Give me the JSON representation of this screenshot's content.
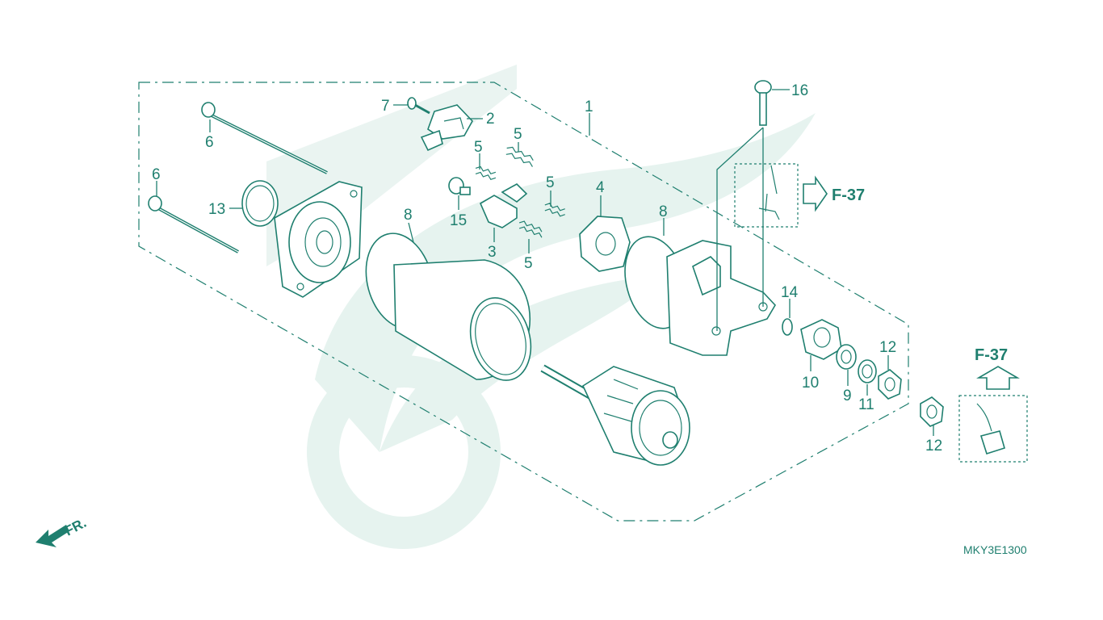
{
  "diagram": {
    "drawing_code": "MKY3E1300",
    "front_marker": "FR.",
    "colors": {
      "line": "#1f7f6f",
      "watermark": "#e6f3ef"
    },
    "callouts": [
      {
        "id": "c1",
        "text": "1"
      },
      {
        "id": "c2",
        "text": "2"
      },
      {
        "id": "c3",
        "text": "3"
      },
      {
        "id": "c4",
        "text": "4"
      },
      {
        "id": "c5a",
        "text": "5"
      },
      {
        "id": "c5b",
        "text": "5"
      },
      {
        "id": "c5c",
        "text": "5"
      },
      {
        "id": "c5d",
        "text": "5"
      },
      {
        "id": "c6a",
        "text": "6"
      },
      {
        "id": "c6b",
        "text": "6"
      },
      {
        "id": "c7",
        "text": "7"
      },
      {
        "id": "c8a",
        "text": "8"
      },
      {
        "id": "c8b",
        "text": "8"
      },
      {
        "id": "c9",
        "text": "9"
      },
      {
        "id": "c10",
        "text": "10"
      },
      {
        "id": "c11",
        "text": "11"
      },
      {
        "id": "c12a",
        "text": "12"
      },
      {
        "id": "c12b",
        "text": "12"
      },
      {
        "id": "c13",
        "text": "13"
      },
      {
        "id": "c14",
        "text": "14"
      },
      {
        "id": "c15",
        "text": "15"
      },
      {
        "id": "c16",
        "text": "16"
      }
    ],
    "references": [
      {
        "id": "ref-right",
        "text": "F-37"
      },
      {
        "id": "ref-up",
        "text": "F-37"
      }
    ]
  }
}
